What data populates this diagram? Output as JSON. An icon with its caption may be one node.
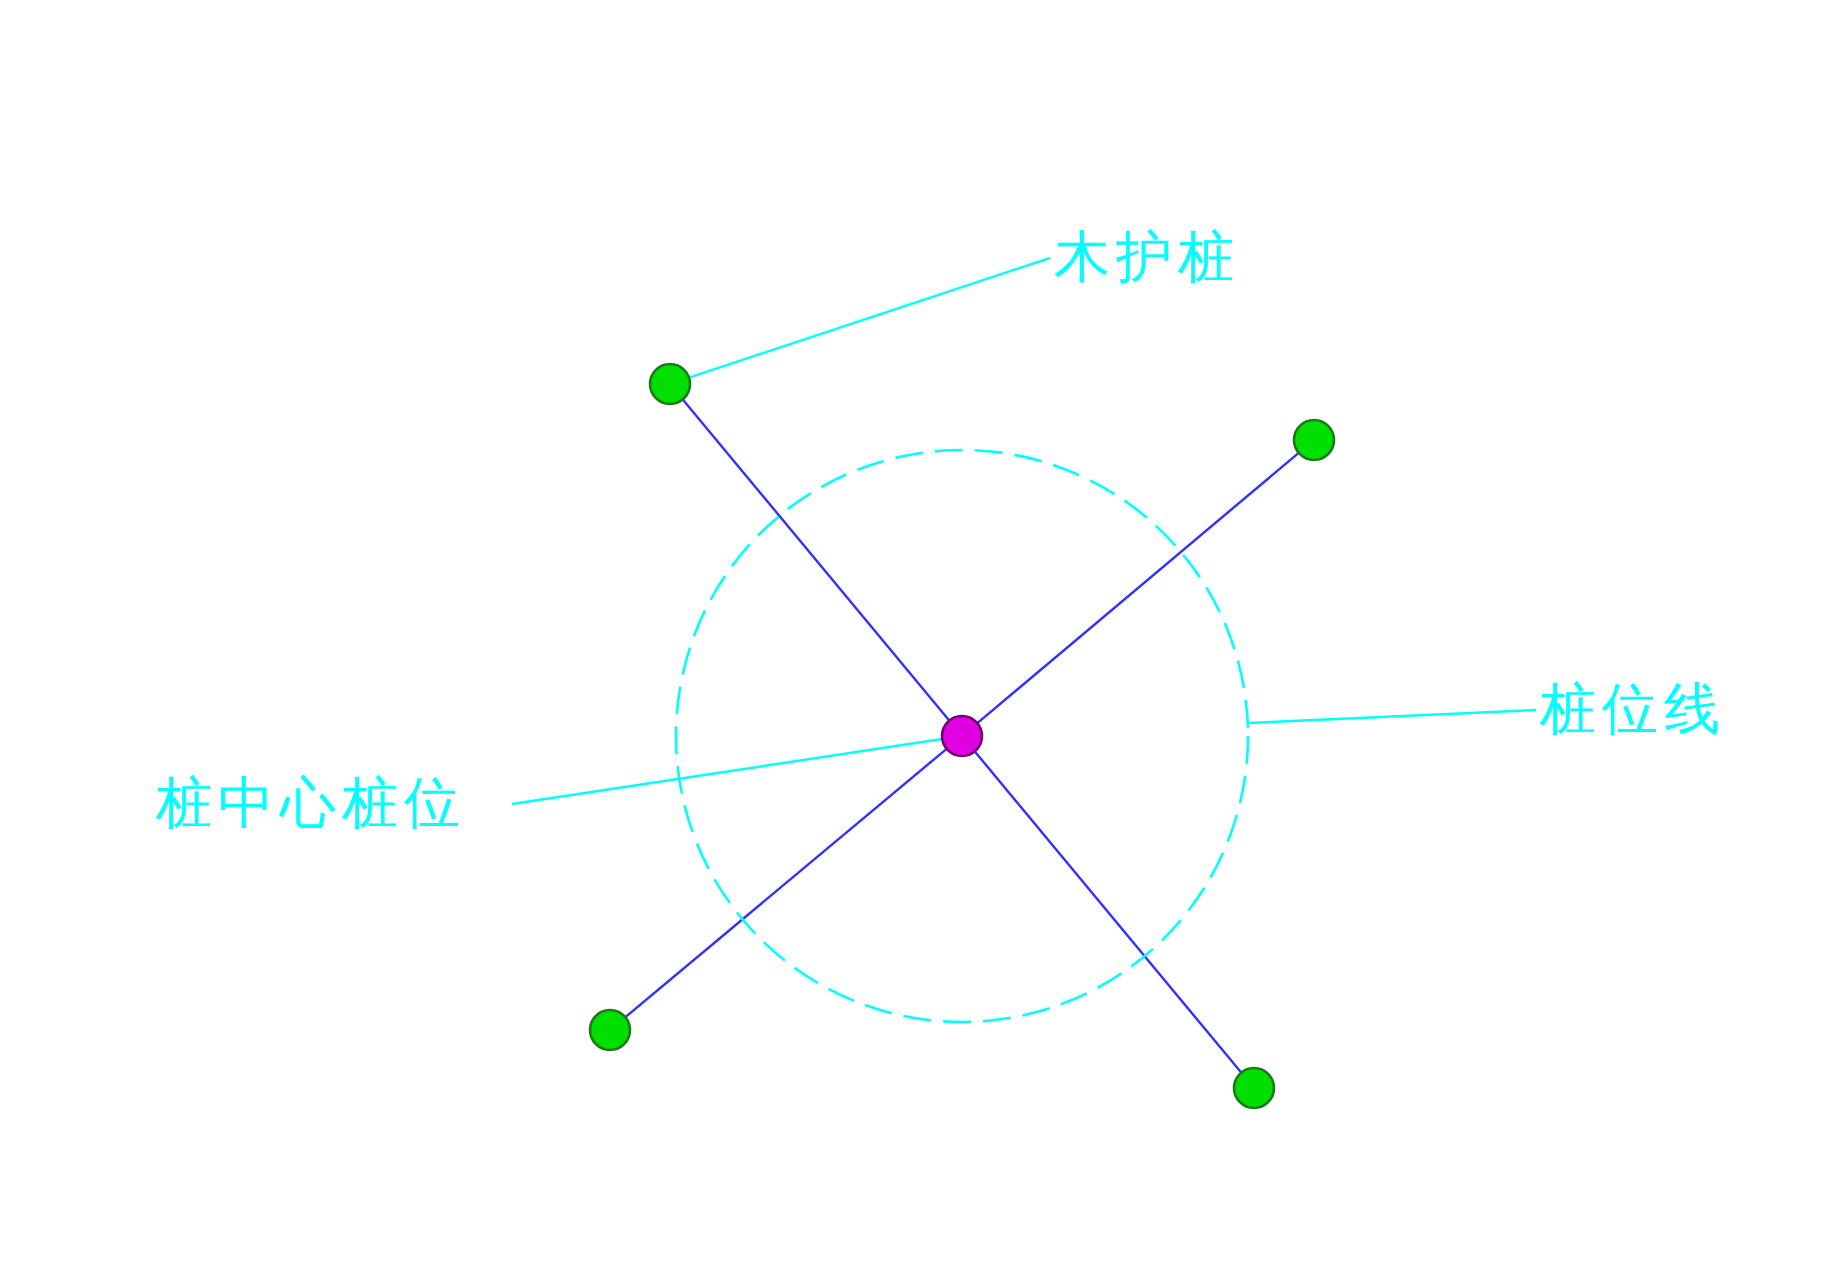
{
  "diagram": {
    "nodes": [
      {
        "text": [
          "木护桩"
        ]
      },
      {
        "text": [],
        "shape": "circle"
      },
      {
        "text": [],
        "shape": "circle"
      },
      {
        "text": [],
        "shape": "circle"
      },
      {
        "text": [
          "桩位线"
        ]
      },
      {
        "text": [],
        "shape": "circle",
        "in": 3
      },
      {
        "text": [
          "桩中心桩位"
        ]
      },
      {
        "text": [],
        "shape": "circle"
      },
      {
        "text": [],
        "shape": "circle"
      }
    ],
    "edges": [
      {
        "from": 0,
        "to": 1,
        "arrow": "none",
        "color": "#00ffff"
      },
      {
        "from": 4,
        "to": 3,
        "arrow": "none",
        "color": "#00ffff"
      },
      {
        "from": 6,
        "to": 5,
        "arrow": "none",
        "color": "#00ffff"
      },
      {
        "from": 5,
        "to": 1,
        "arrow": "none"
      },
      {
        "from": 5,
        "to": 2,
        "arrow": "none"
      },
      {
        "from": 5,
        "to": 7,
        "arrow": "none"
      },
      {
        "from": 5,
        "to": 8,
        "arrow": "none"
      }
    ]
  }
}
